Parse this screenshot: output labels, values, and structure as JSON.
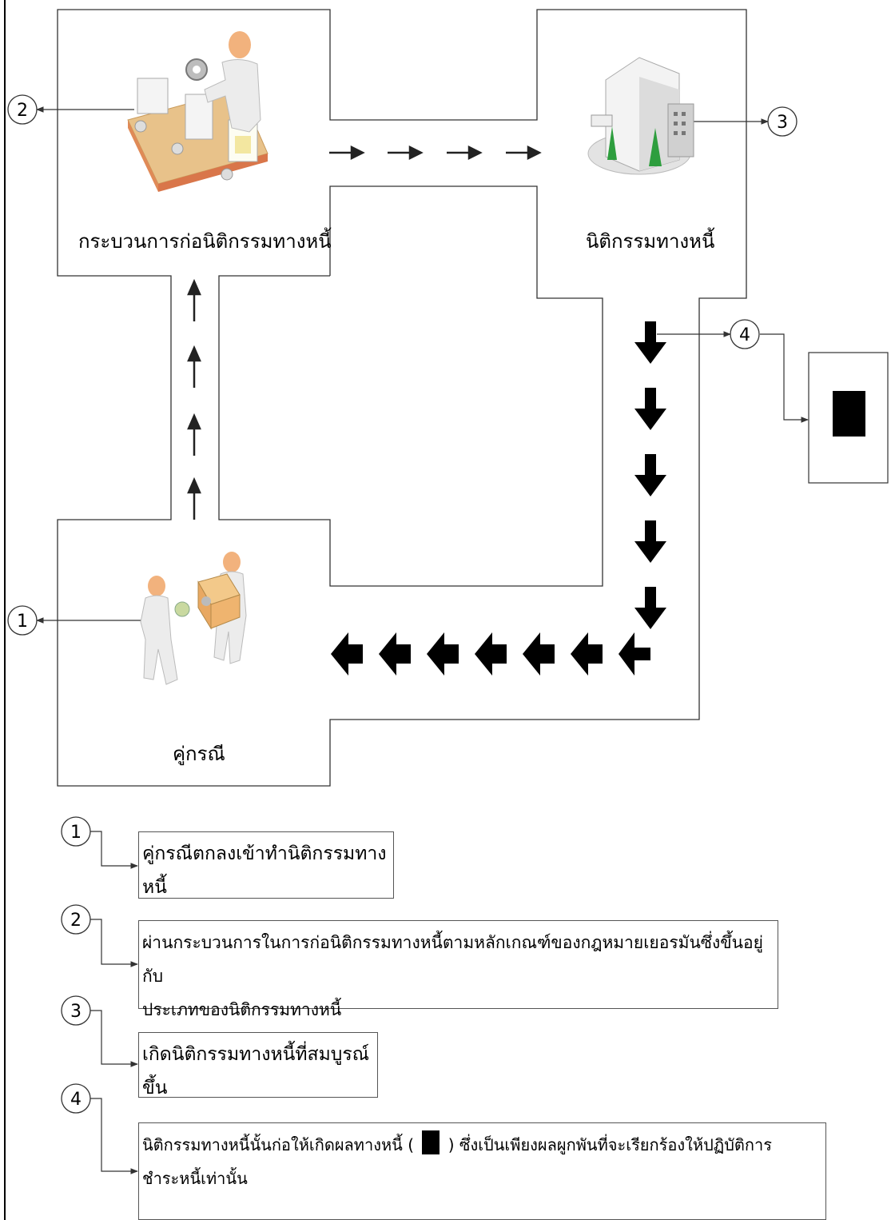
{
  "nodes": {
    "process": {
      "label": "กระบวนการก่อนิติกรรมทางหนี้"
    },
    "juristic_act": {
      "label": "นิติกรรมทางหนี้"
    },
    "parties": {
      "label": "คู่กรณี"
    }
  },
  "markers": [
    "1",
    "2",
    "3",
    "4"
  ],
  "legend": [
    {
      "number": "1",
      "lines": [
        "คู่กรณีตกลงเข้าทำนิติกรรมทางหนี้"
      ]
    },
    {
      "number": "2",
      "lines": [
        "ผ่านกระบวนการในการก่อนิติกรรมทางหนี้ตามหลักเกณฑ์ของกฎหมายเยอรมันซึ่งขึ้นอยู่กับ",
        "ประเภทของนิติกรรมทางหนี้"
      ]
    },
    {
      "number": "3",
      "lines": [
        "เกิดนิติกรรมทางหนี้ที่สมบูรณ์ขึ้น"
      ]
    },
    {
      "number": "4",
      "line1_before": "นิติกรรมทางหนี้นั้นก่อให้เกิดผลทางหนี้ (",
      "line1_after": ") ซึ่งเป็นเพียงผลผูกพันที่จะเรียกร้องให้ปฏิบัติการ",
      "line2": "ชำระหนี้เท่านั้น"
    }
  ],
  "icons": {
    "process": "conveyor-worker-icon",
    "juristic_act": "office-building-icon",
    "parties": "handover-people-icon",
    "effect": "black-block-icon"
  },
  "colors": {
    "line": "#000000",
    "box_border": "#555555",
    "figure": "#e9e9e9",
    "head": "#f2b27d",
    "conveyor": "#e08a57",
    "box_tan": "#e8c28a",
    "tree": "#2e9e3e"
  }
}
